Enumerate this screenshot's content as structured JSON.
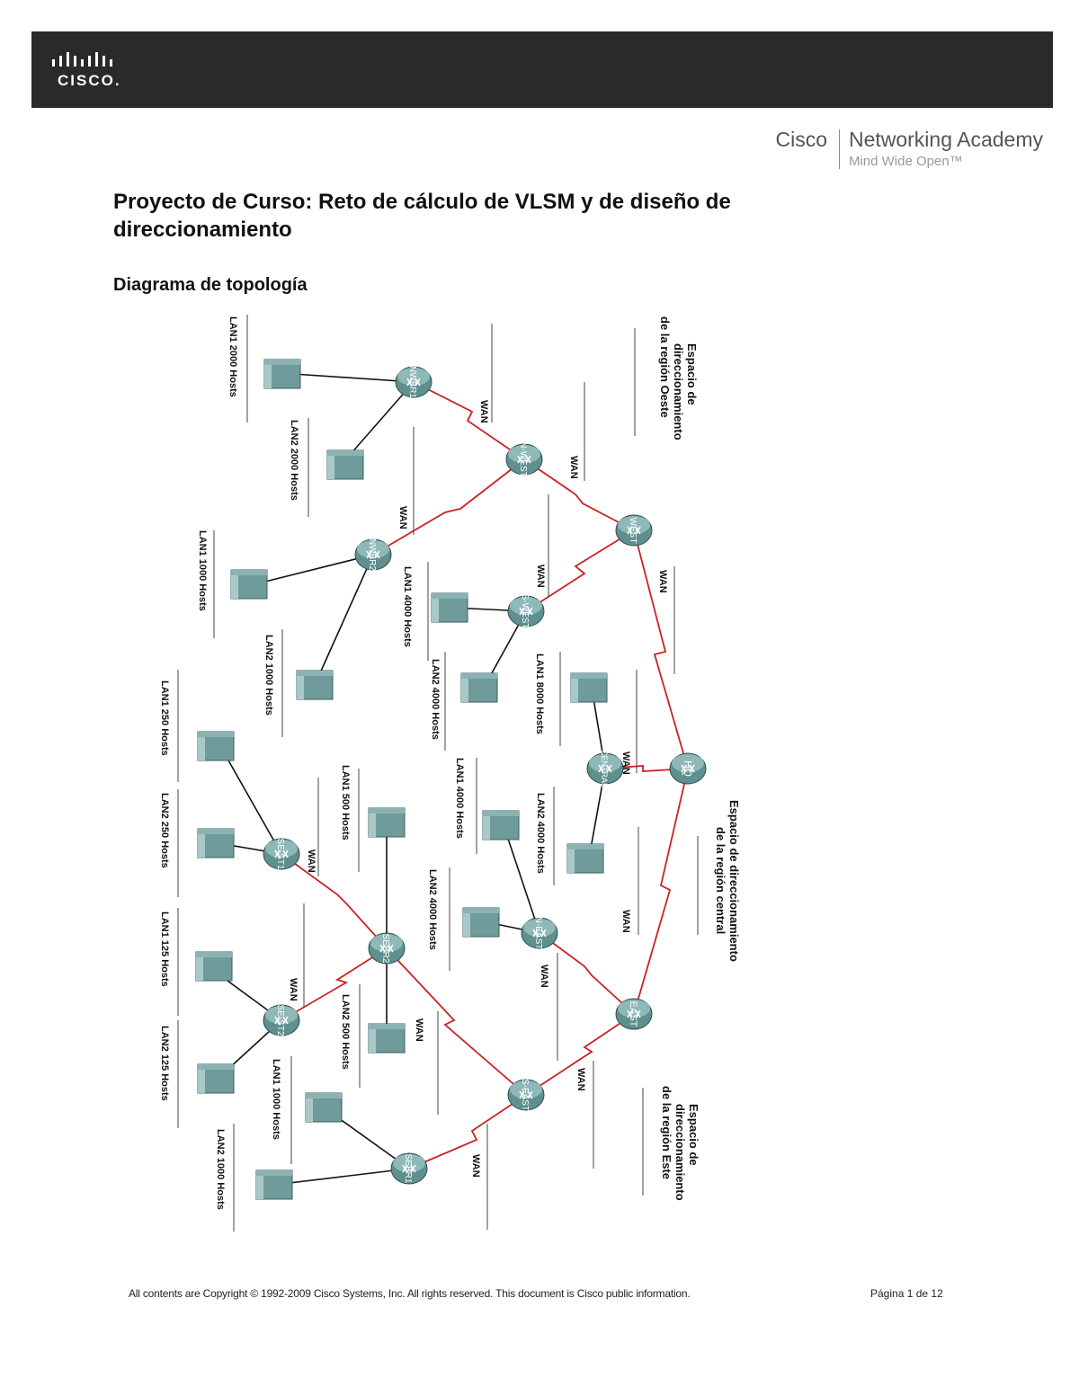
{
  "header": {
    "logo_word": "CISCO.",
    "academy_cisco": "Cisco",
    "academy_name": "Networking Academy",
    "academy_tagline": "Mind Wide Open™"
  },
  "document": {
    "title": "Proyecto de Curso: Reto de cálculo de VLSM y de diseño de direccionamiento",
    "section_heading": "Diagrama de topología"
  },
  "diagram": {
    "routers": [
      "NWBR1",
      "N-WEST",
      "NWBR2",
      "WEST",
      "S-WEST",
      "CENTRAL",
      "HQ",
      "SE-ST1",
      "SEBR2",
      "N-EAST",
      "SE-ST2",
      "EAST",
      "S-EAST",
      "SEBR1"
    ],
    "lan_labels": [
      "LAN1 2000 Hosts",
      "LAN2 2000 Hosts",
      "LAN1 1000 Hosts",
      "LAN2 1000 Hosts",
      "LAN1 4000 Hosts",
      "LAN2 4000 Hosts",
      "LAN1 8000 Hosts",
      "LAN1 250 Hosts",
      "LAN2 250 Hosts",
      "LAN1 500 Hosts",
      "LAN1 4000 Hosts",
      "LAN2 4000 Hosts",
      "LAN2 4000 Hosts",
      "LAN1 125 Hosts",
      "LAN2 500 Hosts",
      "LAN2 125 Hosts",
      "LAN1 1000 Hosts",
      "LAN2 1000 Hosts"
    ],
    "wan_label": "WAN",
    "region_west": [
      "Espacio de",
      "direccionamiento",
      "de la región Oeste"
    ],
    "region_central": [
      "Espacio de direccionamiento",
      "de la región central"
    ],
    "region_east": [
      "Espacio de",
      "direccionamiento",
      "de la región Este"
    ]
  },
  "footer": {
    "copyright": "All contents are Copyright © 1992-2009 Cisco Systems, Inc. All rights reserved. This document is Cisco public information.",
    "page": "Página 1 de 12"
  }
}
